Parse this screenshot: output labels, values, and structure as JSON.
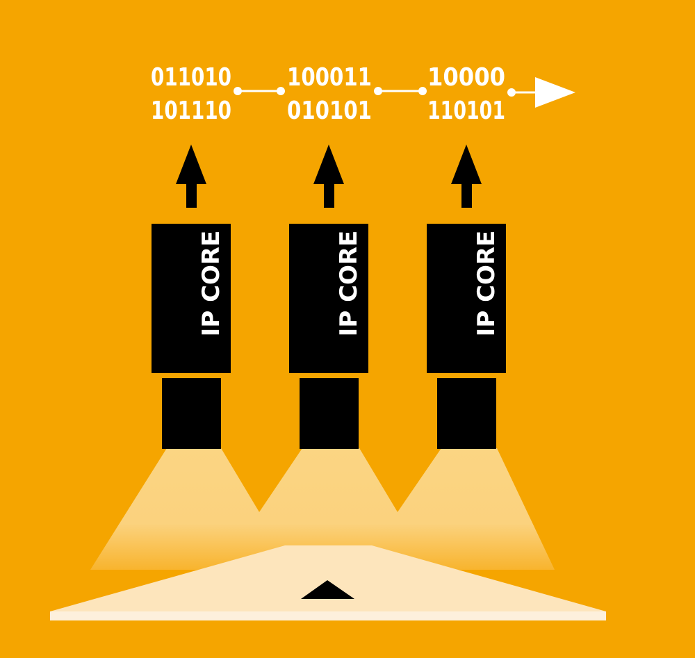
{
  "colors": {
    "background": "#F5A500",
    "camera": "#000000",
    "text": "#FFFFFF",
    "light_beam": "#FBD27E",
    "platform": "#FDE5BC"
  },
  "data_streams": [
    {
      "line1": "011010",
      "line2": "101110"
    },
    {
      "line1": "100011",
      "line2": "010101"
    },
    {
      "line1": "10000",
      "line2": "110101"
    }
  ],
  "cameras": [
    {
      "label": "IP CORE"
    },
    {
      "label": "IP CORE"
    },
    {
      "label": "IP CORE"
    }
  ],
  "icons": {
    "up_arrow": "up-arrow-icon",
    "output_arrow": "right-arrow-icon",
    "object": "triangle-icon"
  }
}
